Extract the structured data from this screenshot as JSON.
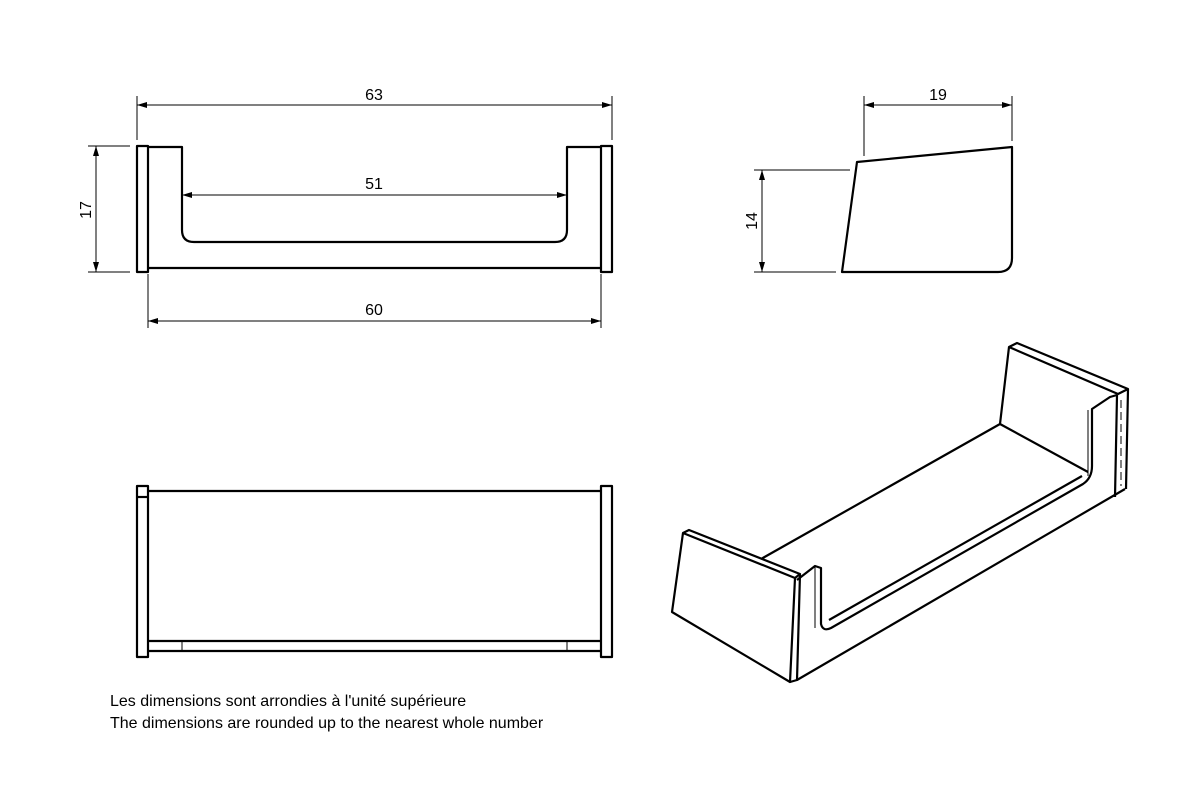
{
  "front_view": {
    "dim_overall_width": "63",
    "dim_inner_width": "51",
    "dim_body_width": "60",
    "dim_height": "17"
  },
  "side_view": {
    "dim_depth": "19",
    "dim_height": "14"
  },
  "notes": {
    "line_fr": "Les dimensions sont arrondies à l'unité supérieure",
    "line_en": "The dimensions are rounded up to the nearest whole number"
  },
  "colors": {
    "line": "#000000",
    "background": "#ffffff"
  }
}
